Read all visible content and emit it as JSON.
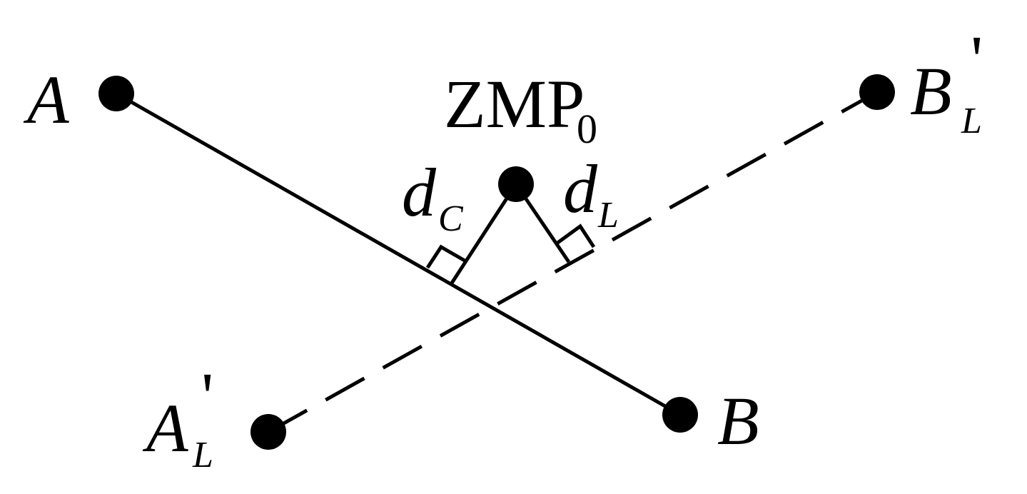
{
  "colors": {
    "stroke": "#000000",
    "background": "#ffffff"
  },
  "labels": {
    "A": {
      "base": "A"
    },
    "B": {
      "base": "B"
    },
    "AL_prime": {
      "base": "A",
      "sub": "L",
      "prime": "'"
    },
    "BL_prime": {
      "base": "B",
      "sub": "L",
      "prime": "'"
    },
    "ZMP0": {
      "base": "ZMP",
      "sub": "0"
    },
    "dC": {
      "base": "d",
      "sub": "C"
    },
    "dL": {
      "base": "d",
      "sub": "L"
    }
  }
}
